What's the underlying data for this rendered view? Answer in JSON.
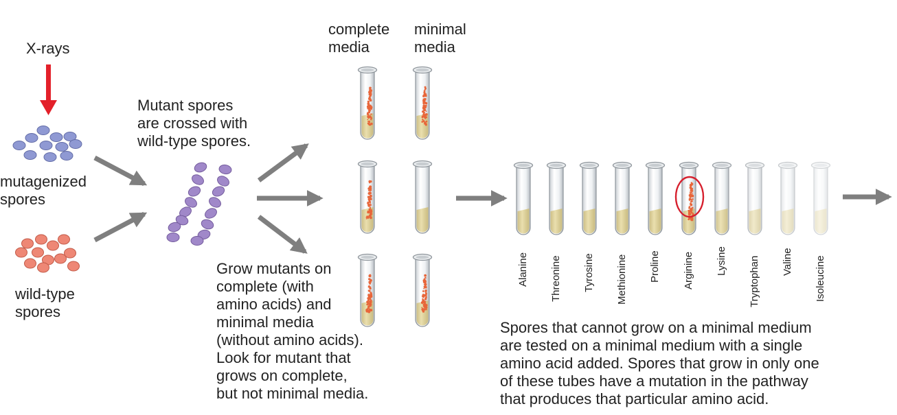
{
  "labels": {
    "xrays": "X-rays",
    "mutagenized": [
      "mutagenized",
      "spores"
    ],
    "wildtype": [
      "wild-type",
      "spores"
    ],
    "crossed": [
      "Mutant spores",
      "are crossed with",
      "wild-type spores."
    ],
    "complete_media": [
      "complete",
      "media"
    ],
    "minimal_media": [
      "minimal",
      "media"
    ],
    "grow": [
      "Grow mutants on",
      "complete (with",
      "amino acids) and",
      "minimal media",
      "(without amino acids).",
      "Look for mutant that",
      "grows on complete,",
      "but not minimal media."
    ],
    "tested": [
      "Spores that cannot grow on a minimal medium",
      "are tested on a minimal medium with a single",
      "amino acid added. Spores that grow in only one",
      "of these tubes have a mutation in the pathway",
      "that produces that particular amino acid."
    ]
  },
  "amino_acids": [
    "Alanine",
    "Threonine",
    "Tyrosine",
    "Methionine",
    "Proline",
    "Arginine",
    "Lysine",
    "Tryptophan",
    "Valine",
    "Isoleucine"
  ],
  "colors": {
    "xray_arrow": "#e3202a",
    "mutagenized_spore": "#8f99d3",
    "wildtype_spore": "#ee8775",
    "crossed_spore": "#a088c9",
    "arrow": "#7f7f7f",
    "media": "#ddd09a",
    "colony": "#e8663a",
    "highlight": "#d6202e"
  }
}
